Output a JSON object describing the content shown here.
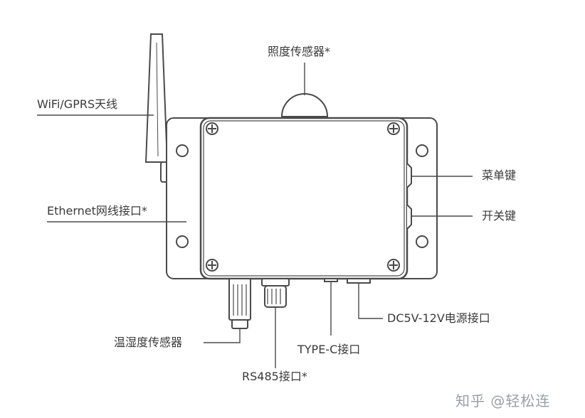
{
  "labels": {
    "light_sensor": "照度传感器*",
    "antenna": "WiFi/GPRS天线",
    "ethernet": "Ethernet网线接口*",
    "menu_key": "菜单键",
    "power_key": "开关键",
    "temp_humidity_sensor": "温湿度传感器",
    "type_c": "TYPE-C接口",
    "rs485": "RS485接口*",
    "dc_power": "DC5V-12V电源接口"
  },
  "watermark": "知乎 @轻松连",
  "colors": {
    "line": "#4a4a4a",
    "device_fill": "#ffffff",
    "text": "#3a3a3a",
    "watermark": "#9aa0a6"
  }
}
